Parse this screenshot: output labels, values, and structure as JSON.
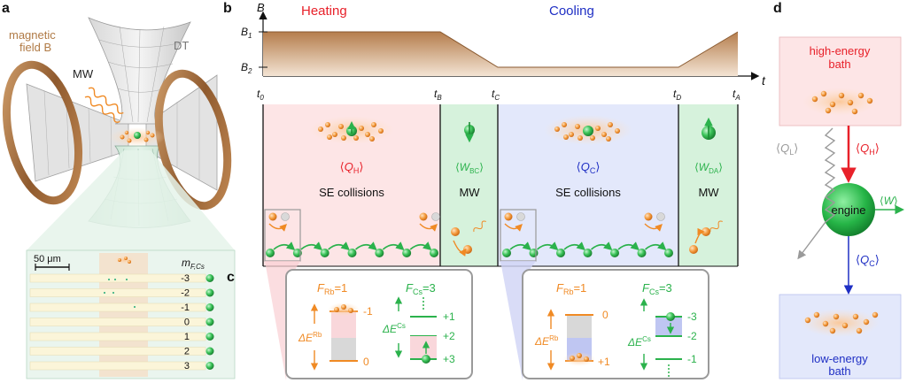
{
  "panels": {
    "a": "a",
    "b": "b",
    "c": "c",
    "d": "d"
  },
  "panel_a": {
    "magnetic_field": [
      "magnetic",
      "field B"
    ],
    "mw": "MW",
    "dt": "DT",
    "scale_bar": "50 μm",
    "mf_label": "m",
    "mf_sub": "F,Cs",
    "mf_levels": [
      "-3",
      "-2",
      "-1",
      "0",
      "1",
      "2",
      "3"
    ]
  },
  "panel_b": {
    "axis_y": "B",
    "axis_x": "t",
    "b1": "B",
    "b1_sub": "1",
    "b2": "B",
    "b2_sub": "2",
    "heating": "Heating",
    "cooling": "Cooling",
    "times": [
      {
        "t": "t",
        "sub": "0"
      },
      {
        "t": "t",
        "sub": "B"
      },
      {
        "t": "t",
        "sub": "C"
      },
      {
        "t": "t",
        "sub": "D"
      },
      {
        "t": "t",
        "sub": "A"
      }
    ],
    "qh": {
      "main": "Q",
      "sub": "H"
    },
    "wbc": {
      "main": "W",
      "sub": "BC"
    },
    "qc": {
      "main": "Q",
      "sub": "C"
    },
    "wda": {
      "main": "W",
      "sub": "DA"
    },
    "se_collisions_1": "SE collisions",
    "mw_1": "MW",
    "se_collisions_2": "SE collisions",
    "mw_2": "MW"
  },
  "panel_c": {
    "left": {
      "frb": "F",
      "frb_sub": "Rb",
      "frb_val": "=1",
      "fcs": "F",
      "fcs_sub": "Cs",
      "fcs_val": "=3",
      "rb_top": "-1",
      "rb_bottom": "0",
      "de_rb": "ΔE",
      "de_rb_sup": "Rb",
      "de_cs": "ΔE",
      "de_cs_sup": "Cs",
      "cs_levels": [
        "+1",
        "+2",
        "+3"
      ]
    },
    "right": {
      "frb": "F",
      "frb_sub": "Rb",
      "frb_val": "=1",
      "fcs": "F",
      "fcs_sub": "Cs",
      "fcs_val": "=3",
      "rb_top": "0",
      "rb_bottom": "+1",
      "de_rb": "ΔE",
      "de_rb_sup": "Rb",
      "de_cs": "ΔE",
      "de_cs_sup": "Cs",
      "cs_levels": [
        "-3",
        "-2",
        "-1"
      ]
    }
  },
  "panel_d": {
    "high_bath": [
      "high-energy",
      "bath"
    ],
    "low_bath": [
      "low-energy",
      "bath"
    ],
    "engine": "engine",
    "qh": {
      "main": "Q",
      "sub": "H"
    },
    "qc": {
      "main": "Q",
      "sub": "C"
    },
    "ql": {
      "main": "Q",
      "sub": "L"
    },
    "w": "W"
  },
  "colors": {
    "heating_red": "#e8212a",
    "cooling_blue": "#1f2fc4",
    "mw_green": "#2bb24c",
    "rb_orange": "#f08a24",
    "bfield_brown": "#b98354",
    "gray": "#9a9a9a"
  }
}
